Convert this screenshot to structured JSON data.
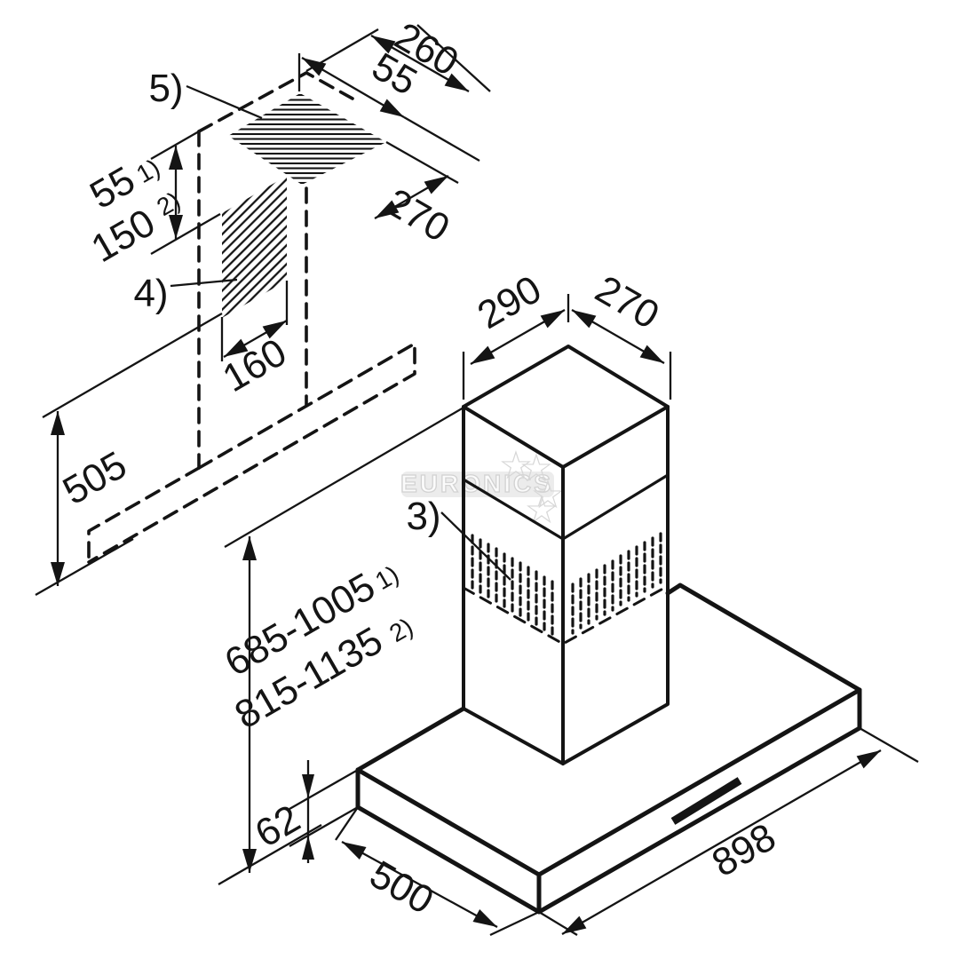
{
  "watermark": {
    "text": "EURONICS",
    "band_color": "#ececec",
    "star_color": "#d7d7d7"
  },
  "callouts": {
    "c3": "3)",
    "c4": "4)",
    "c5": "5)"
  },
  "dims": {
    "plate_width": "260",
    "plate_offset": "55",
    "plate_depth": "270",
    "offset_flat": "55",
    "offset_note1": "1)",
    "offset_sloped": "150",
    "offset_note2": "2)",
    "wall_hole_width": "160",
    "wall_clearance": "505",
    "chimney_width": "290",
    "chimney_depth": "270",
    "height_range_a": "685-1005",
    "height_note1": "1)",
    "height_range_b": "815-1135",
    "height_note2": "2)",
    "canopy_height": "62",
    "canopy_depth": "500",
    "canopy_width": "898"
  },
  "colors": {
    "line": "#141414",
    "background": "#ffffff"
  }
}
